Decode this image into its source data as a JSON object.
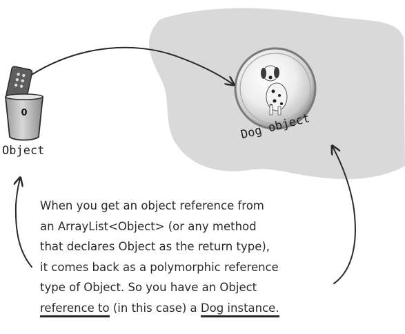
{
  "labels": {
    "reference_value": "0",
    "reference_type": "Object",
    "object_label": "Dog object"
  },
  "note": {
    "lines": [
      "When you get an object reference from",
      "an ArrayList<Object> (or any method",
      "that declares Object as the return type),",
      "it comes back as a polymorphic reference",
      "type of Object. So you have an Object"
    ],
    "last_line": {
      "underlined_start": "reference to",
      "middle": " (in this case) a ",
      "underlined_end": "Dog instance."
    }
  },
  "colors": {
    "heap": "#d9d9d9",
    "ink": "#2a2a2a",
    "cup": "#bcbcbc",
    "remote": "#5e5e5e"
  }
}
